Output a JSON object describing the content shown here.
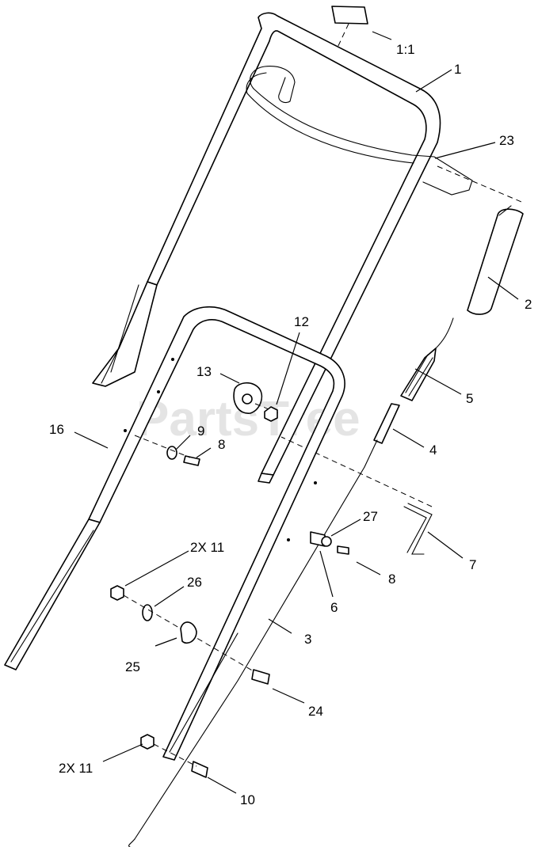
{
  "watermark": "PartsTree",
  "callouts": {
    "scale": "1:1",
    "c1": "1",
    "c23": "23",
    "c2": "2",
    "c12": "12",
    "c13": "13",
    "c5": "5",
    "c16": "16",
    "c9": "9",
    "c8a": "8",
    "c4": "4",
    "c27": "27",
    "c7": "7",
    "c2x11a": "2X 11",
    "c8b": "8",
    "c26": "26",
    "c6": "6",
    "c3": "3",
    "c25": "25",
    "c24": "24",
    "c2x11b": "2X 11",
    "c10": "10"
  }
}
